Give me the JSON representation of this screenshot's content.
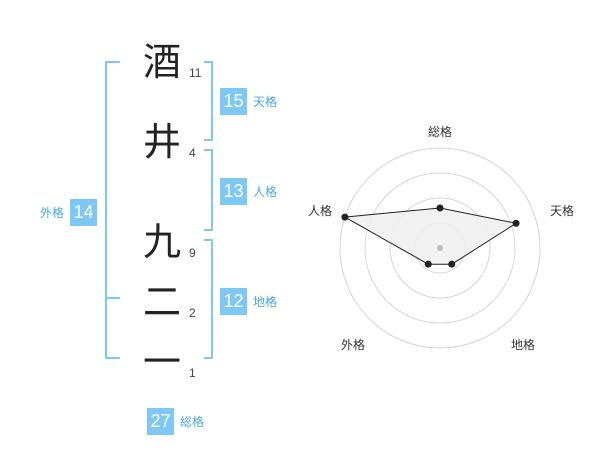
{
  "name_chars": [
    {
      "char": "酒",
      "strokes": "11"
    },
    {
      "char": "井",
      "strokes": "4"
    },
    {
      "char": "九",
      "strokes": "9"
    },
    {
      "char": "二",
      "strokes": "2"
    },
    {
      "char": "一",
      "strokes": "1"
    }
  ],
  "fortune": {
    "tenkaku": {
      "value": "15",
      "label": "天格"
    },
    "jinkaku": {
      "value": "13",
      "label": "人格"
    },
    "chikaku": {
      "value": "12",
      "label": "地格"
    },
    "gaikaku": {
      "value": "14",
      "label": "外格"
    },
    "soukaku": {
      "value": "27",
      "label": "総格"
    }
  },
  "colors": {
    "accent": "#7dc8f5",
    "label": "#4aa6e6",
    "bracket": "#7dc8f5"
  },
  "chart_data": {
    "type": "radar",
    "axes": [
      "総格",
      "天格",
      "地格",
      "外格",
      "人格"
    ],
    "values": [
      2,
      4,
      1,
      1,
      5
    ],
    "max": 5,
    "rings": 4
  }
}
